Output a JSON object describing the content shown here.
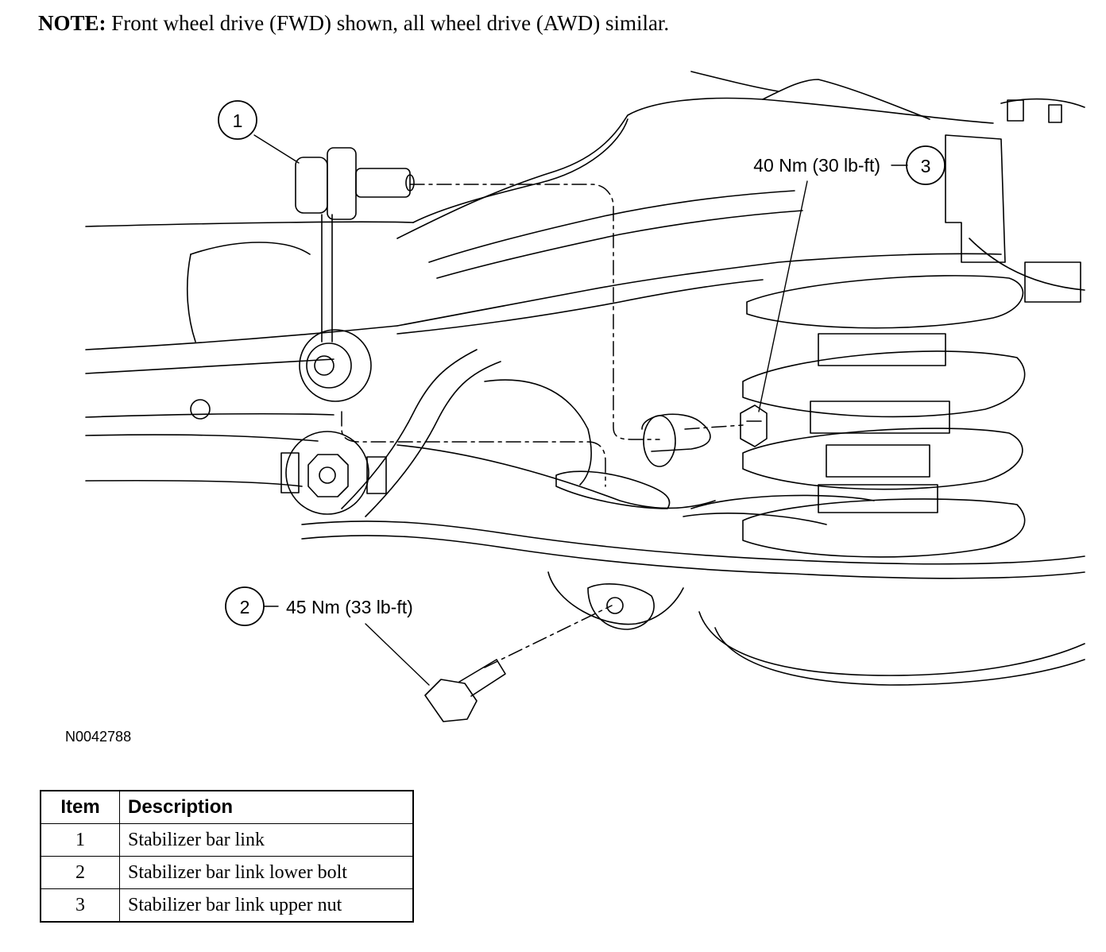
{
  "note": {
    "label": "NOTE:",
    "text": "Front wheel drive (FWD) shown, all wheel drive (AWD) similar."
  },
  "callouts": [
    {
      "number": "1",
      "torque": ""
    },
    {
      "number": "2",
      "torque": "45 Nm (33 lb-ft)"
    },
    {
      "number": "3",
      "torque": "40 Nm (30 lb-ft)"
    }
  ],
  "figure_id": "N0042788",
  "table": {
    "headers": [
      "Item",
      "Description"
    ],
    "rows": [
      [
        "1",
        "Stabilizer bar link"
      ],
      [
        "2",
        "Stabilizer bar link lower bolt"
      ],
      [
        "3",
        "Stabilizer bar link upper nut"
      ]
    ]
  }
}
